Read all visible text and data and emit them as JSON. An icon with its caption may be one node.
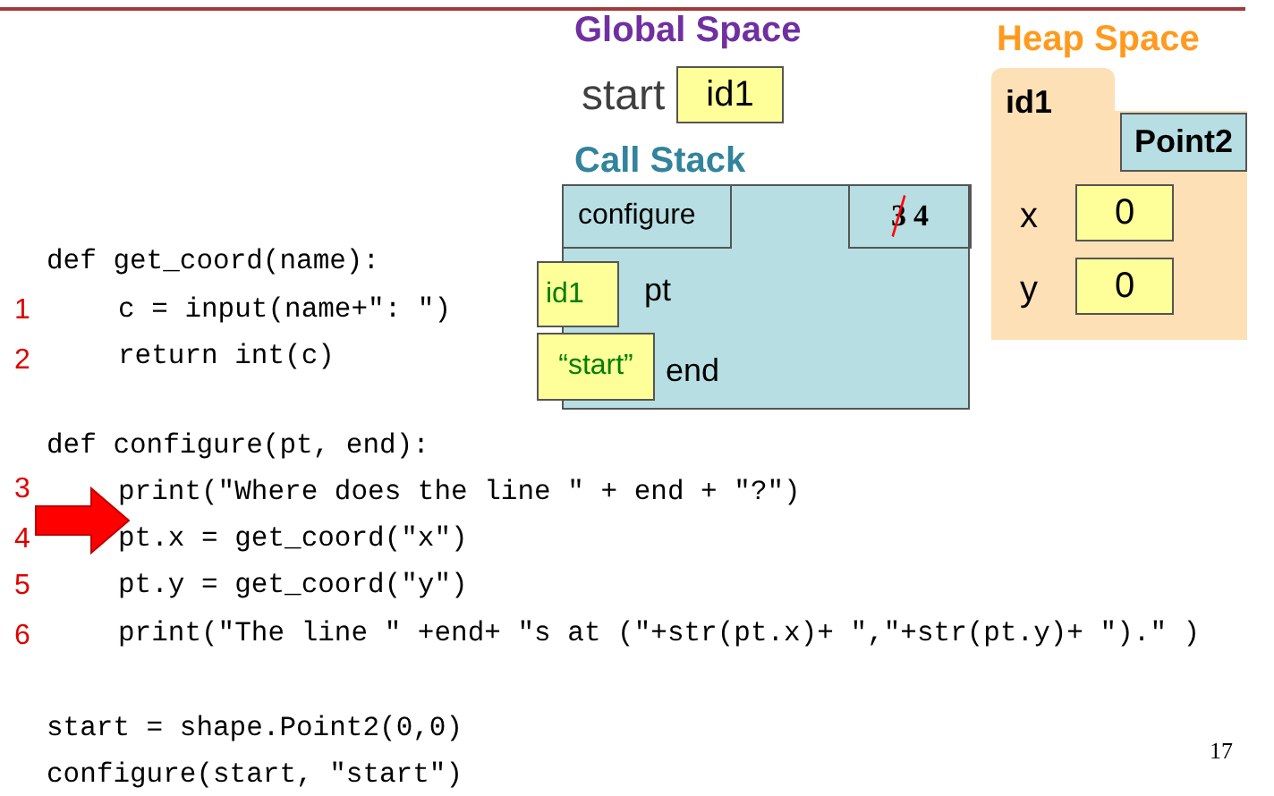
{
  "diagram": {
    "nodes": [
      {
        "text": [
          "id1"
        ],
        "beside": [
          "start"
        ]
      },
      {
        "text": [],
        "shape": "box"
      },
      {
        "text": [
          "configure"
        ],
        "in": 1
      },
      {
        "text": [
          "3",
          "4"
        ],
        "in": 1
      },
      {
        "text": [
          "id1"
        ],
        "beside": [
          "pt"
        ]
      },
      {
        "text": [
          "“start”"
        ],
        "beside": [
          "end"
        ]
      },
      {
        "text": [
          "id1"
        ]
      },
      {
        "text": [
          "Point2"
        ],
        "in": 6
      },
      {
        "text": [
          "0"
        ],
        "in": 6,
        "beside": [
          "x"
        ]
      },
      {
        "text": [
          "0"
        ],
        "in": 6,
        "beside": [
          "y"
        ]
      }
    ],
    "labels": [
      "Global Space",
      "Heap Space",
      "Call Stack",
      "def get_coord(name):",
      "1",
      "c = input(name+\": \")",
      "2",
      "return int(c)",
      "def configure(pt, end):",
      "3",
      "print(\"Where does the line \" + end + \"?\")",
      "4",
      "pt.x = get_coord(\"x\")",
      "5",
      "pt.y = get_coord(\"y\")",
      "6",
      "print(\"The line \" +end+ \"s at (\"+str(pt.x)+ \",\"+str(pt.y)+ \").\" )",
      "start",
      "= shape.Point2(0,0)",
      "17",
      "configure(",
      "start",
      ", \"start\")"
    ]
  }
}
